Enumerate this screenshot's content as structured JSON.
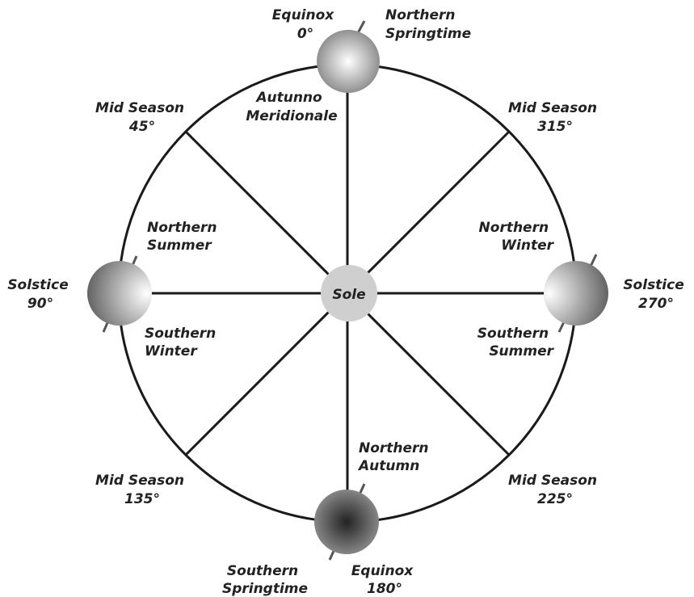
{
  "diagram": {
    "center_label": "Sole",
    "top": {
      "position_line1": "Equinox",
      "position_line2": "0°",
      "season_outer_line1": "Northern",
      "season_outer_line2": "Springtime",
      "season_inner_line1": "Autunno",
      "season_inner_line2": "Meridionale"
    },
    "mid_upper_left": {
      "line1": "Mid Season",
      "line2": "45°"
    },
    "mid_upper_right": {
      "line1": "Mid Season",
      "line2": "315°"
    },
    "left": {
      "position_line1": "Solstice",
      "position_line2": "90°",
      "season_upper_line1": "Northern",
      "season_upper_line2": "Summer",
      "season_lower_line1": "Southern",
      "season_lower_line2": "Winter"
    },
    "right": {
      "position_line1": "Solstice",
      "position_line2": "270°",
      "season_upper_line1": "Northern",
      "season_upper_line2": "Winter",
      "season_lower_line1": "Southern",
      "season_lower_line2": "Summer"
    },
    "mid_lower_left": {
      "line1": "Mid Season",
      "line2": "135°"
    },
    "mid_lower_right": {
      "line1": "Mid Season",
      "line2": "225°"
    },
    "bottom": {
      "position_line1": "Equinox",
      "position_line2": "180°",
      "season_inner_line1": "Northern",
      "season_inner_line2": "Autumn",
      "season_outer_line1": "Southern",
      "season_outer_line2": "Springtime"
    },
    "colors": {
      "orbit_line": "#1a1a1a",
      "text": "#222222",
      "sun_fill": "#cfcfcf",
      "earth_light": "#ffffff",
      "earth_dark": "#5a5a5a"
    }
  }
}
